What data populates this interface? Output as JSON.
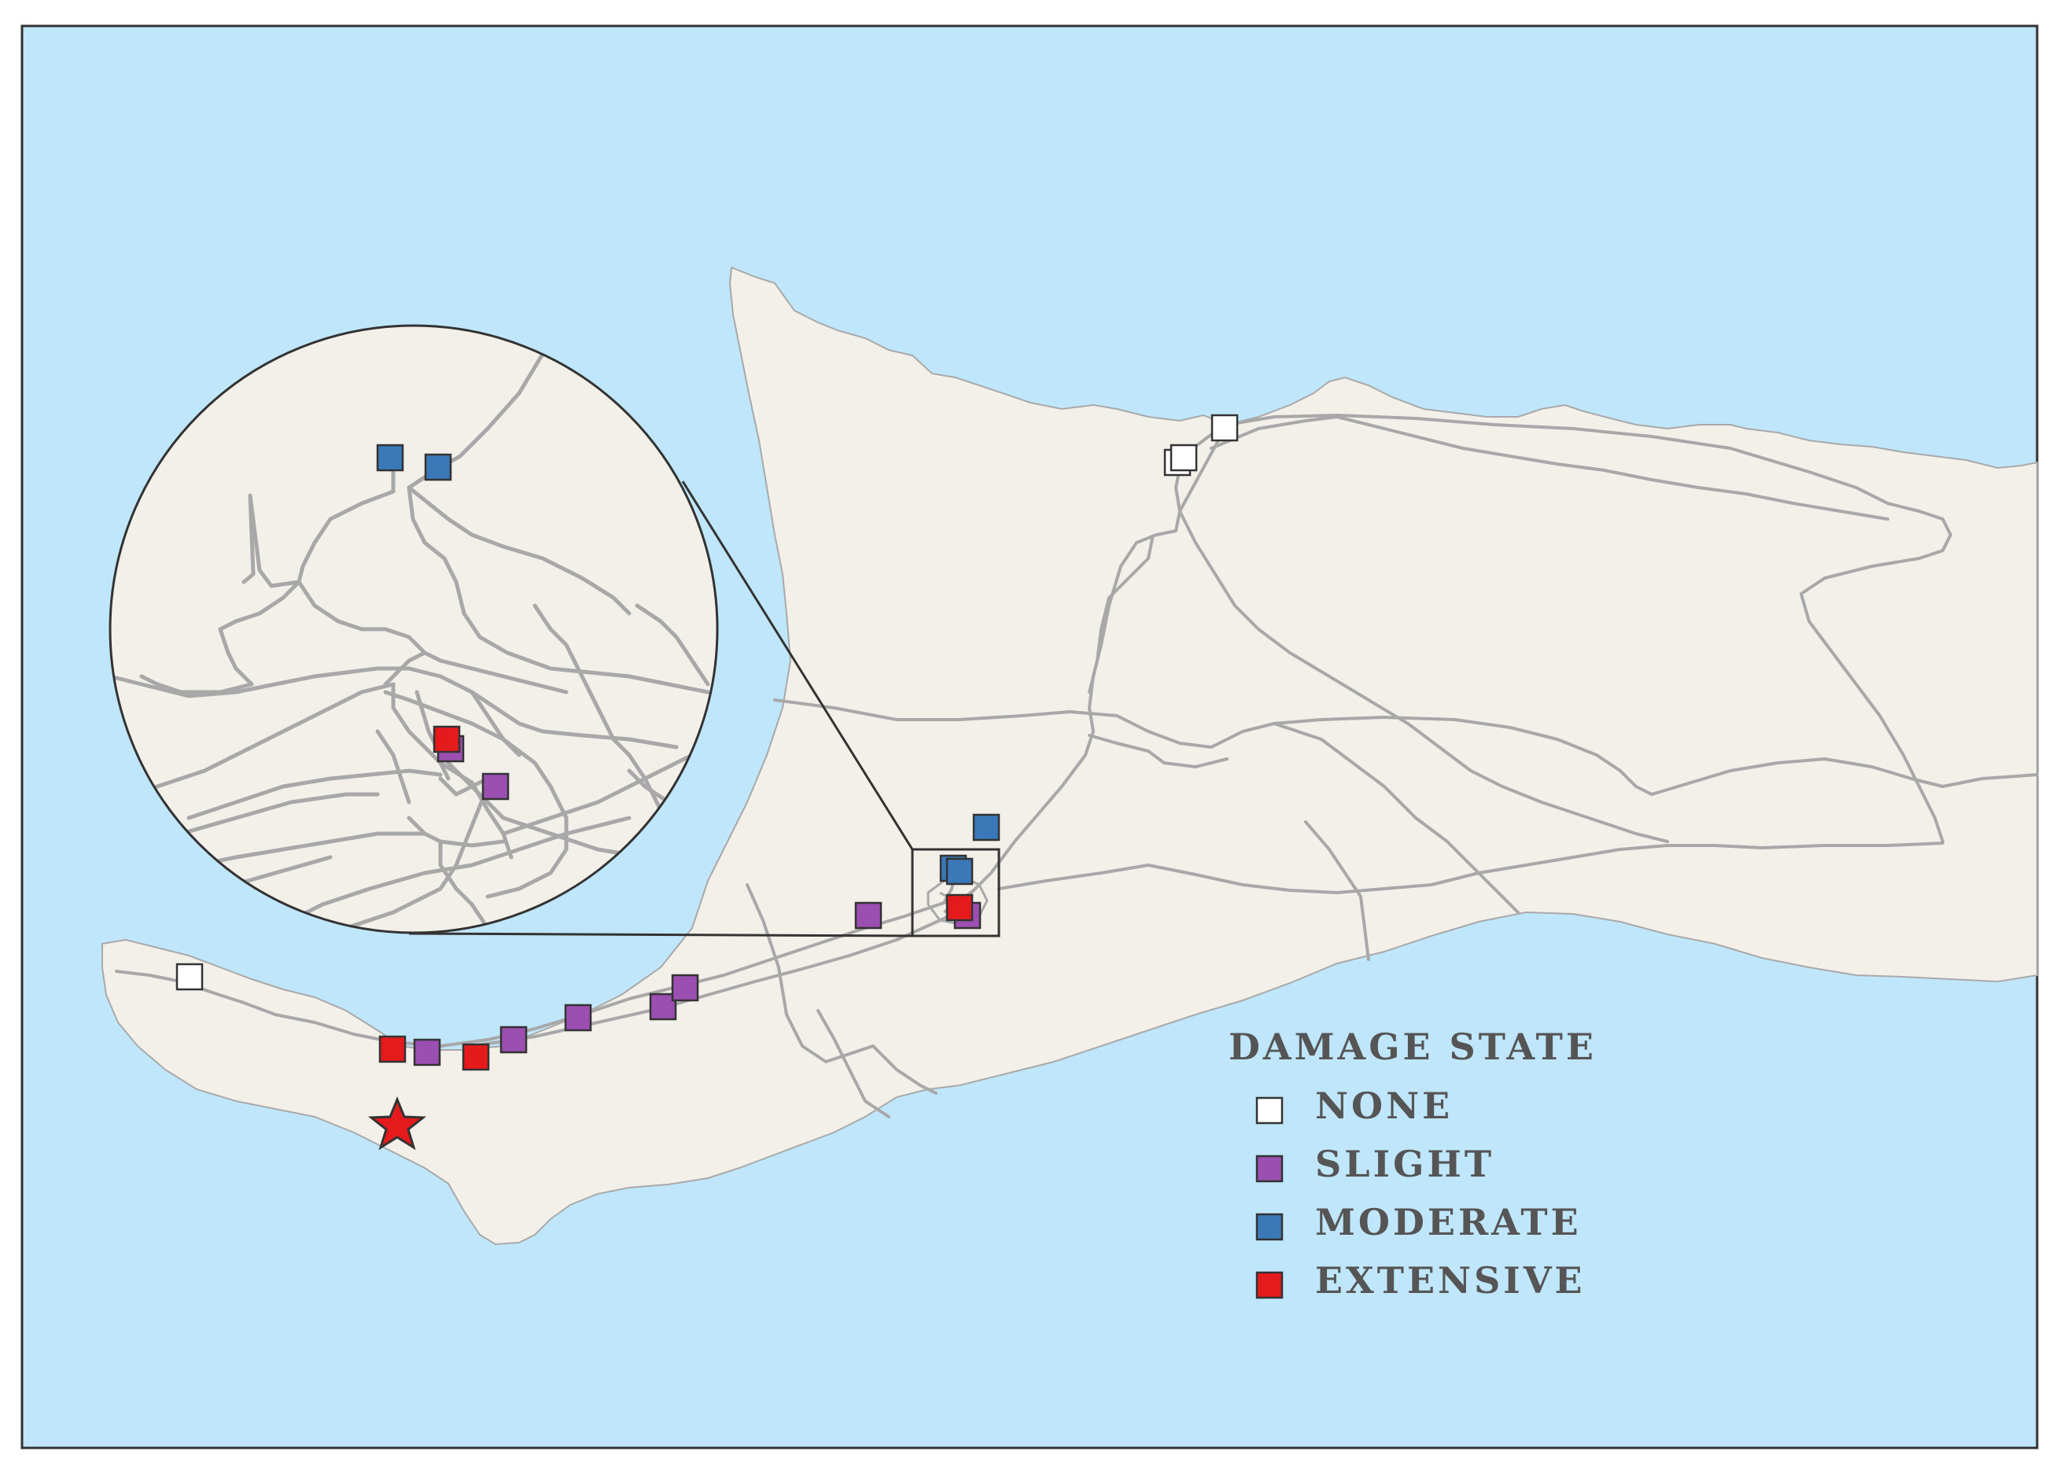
{
  "legend": {
    "title": "DAMAGE STATE",
    "items": [
      {
        "label": "NONE",
        "color": "#ffffff"
      },
      {
        "label": "SLIGHT",
        "color": "#9b4fb0"
      },
      {
        "label": "MODERATE",
        "color": "#3a78b8"
      },
      {
        "label": "EXTENSIVE",
        "color": "#e41a1c"
      }
    ]
  },
  "colors": {
    "water": "#bfe6fb",
    "land": "#f3f0ea",
    "coast": "#a9a9a9",
    "road": "#a8a8a8",
    "border": "#333333",
    "epicenter": "#e41a1c"
  },
  "map": {
    "epicenter_icon": "star-icon",
    "inset": "zoom-inset"
  }
}
